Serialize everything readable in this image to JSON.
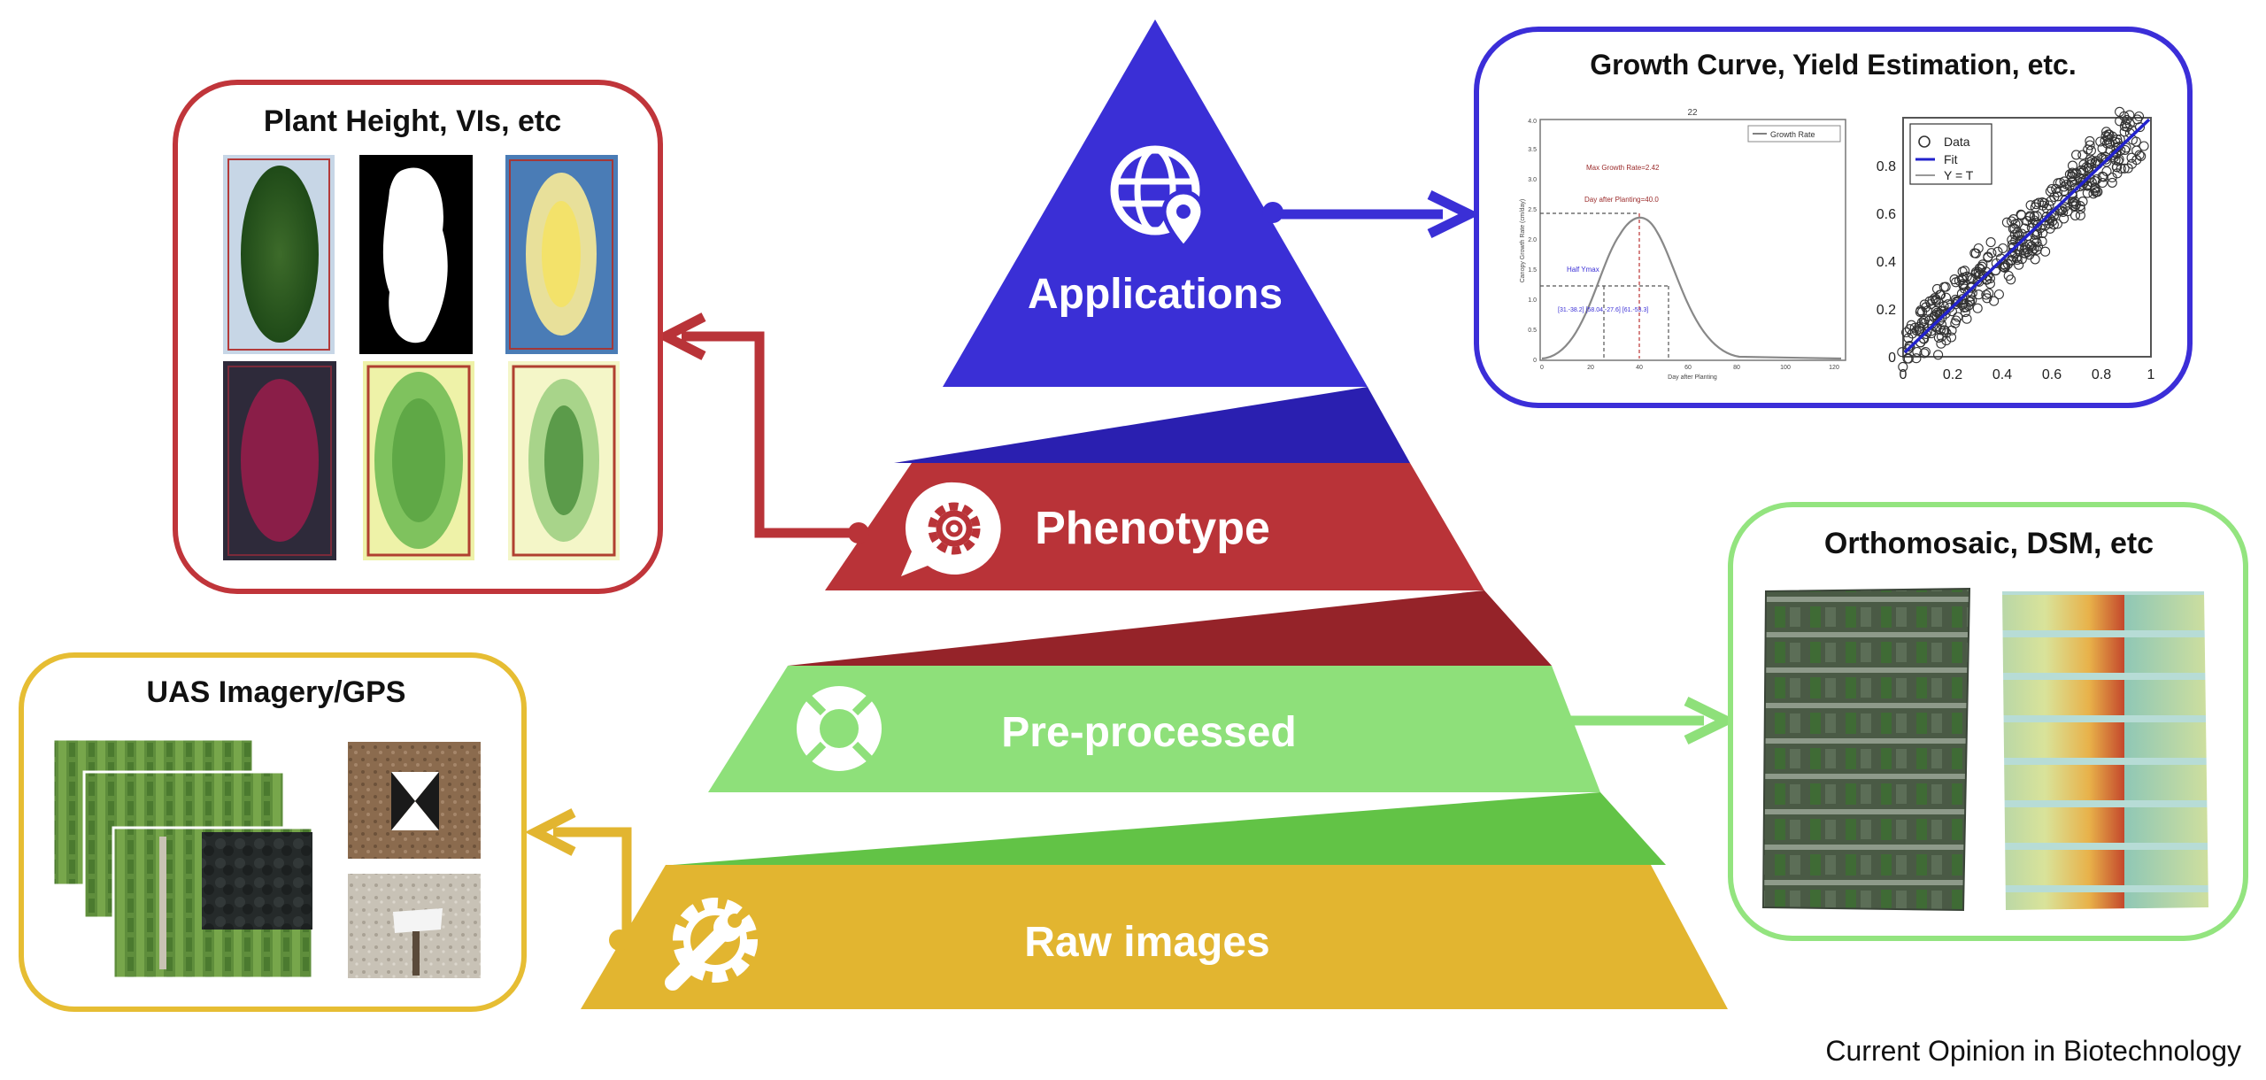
{
  "tiers": {
    "applications": "Applications",
    "phenotype": "Phenotype",
    "preprocessed": "Pre-processed",
    "raw": "Raw images"
  },
  "boxes": {
    "plant_height": {
      "title": "Plant Height, VIs, etc"
    },
    "growth_curve": {
      "title": "Growth Curve, Yield Estimation, etc.",
      "growth_panel": {
        "top_label": "22",
        "legend": "Growth Rate",
        "annot_max": "Max Growth Rate=2.42",
        "annot_day": "Day after Planting=40.0",
        "annot_half": "Half Ymax",
        "annot_range": "[31.-38.2]     [58.04.-27.6]     [61.-53.3]",
        "xlabel": "Day after Planting",
        "ylabel": "Canopy Growth Rate (cm/day)",
        "yticks": [
          "0",
          "0.5",
          "1.0",
          "1.5",
          "2.0",
          "2.5",
          "3.0",
          "3.5",
          "4.0"
        ],
        "xticks": [
          "0",
          "20",
          "40",
          "60",
          "80",
          "100",
          "120"
        ]
      },
      "scatter_panel": {
        "legend": [
          "Data",
          "Fit",
          "Y = T"
        ],
        "xticks": [
          "0",
          "0.2",
          "0.4",
          "0.6",
          "0.8",
          "1"
        ],
        "yticks": [
          "0",
          "0.2",
          "0.4",
          "0.6",
          "0.8"
        ]
      }
    },
    "ortho": {
      "title": "Orthomosaic, DSM, etc"
    },
    "uas": {
      "title": "UAS Imagery/GPS"
    }
  },
  "credit": "Current Opinion in Biotechnology",
  "colors": {
    "applications": "#3a2fd6",
    "applications_side": "#2a1fb0",
    "phenotype": "#b93338",
    "phenotype_side": "#952329",
    "preprocessed": "#8ee07a",
    "preprocessed_side": "#62c346",
    "raw": "#e2b530",
    "plant_height_border": "#c0353a",
    "growth_border": "#3b2ed8",
    "ortho_border": "#93e47f",
    "uas_border": "#e6bd33"
  },
  "icons": [
    "globe-pin-icon",
    "gear-chat-icon",
    "lifebuoy-icon",
    "wrench-gear-icon"
  ]
}
